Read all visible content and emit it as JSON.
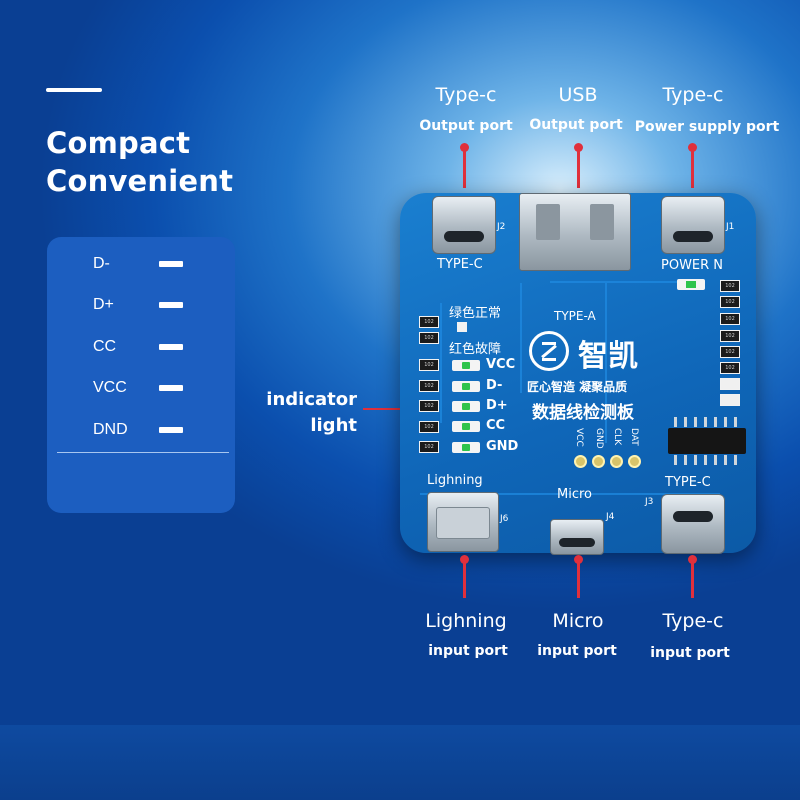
{
  "headline": {
    "line1": "Compact",
    "line2": "Convenient"
  },
  "legend": {
    "items": [
      {
        "label": "D-"
      },
      {
        "label": "D+"
      },
      {
        "label": "CC"
      },
      {
        "label": "VCC"
      },
      {
        "label": "DND"
      }
    ]
  },
  "top_ports": [
    {
      "title": "Type-c",
      "subtitle": "Output port"
    },
    {
      "title": "USB",
      "subtitle": "Output port"
    },
    {
      "title": "Type-c",
      "subtitle": "Power supply port"
    }
  ],
  "bottom_ports": [
    {
      "title": "Lighning",
      "subtitle": "input port"
    },
    {
      "title": "Micro",
      "subtitle": "input port"
    },
    {
      "title": "Type-c",
      "subtitle": "input port"
    }
  ],
  "indicator": {
    "line1": "indicator",
    "line2": "light"
  },
  "board": {
    "j2_label": "TYPE-C",
    "j2_ref": "J2",
    "j1_label": "POWER N",
    "j1_ref": "J1",
    "type_a_label": "TYPE-A",
    "status_green": "绿色正常",
    "status_red": "红色故障",
    "brand": "智凯",
    "slogan": "匠心智造 凝聚品质",
    "product_name": "数据线检测板",
    "led_labels": [
      "VCC",
      "D-",
      "D+",
      "CC",
      "GND"
    ],
    "pad_labels": [
      "VCC",
      "GND",
      "CLK",
      "DAT"
    ],
    "j6_label": "Lighning",
    "j6_ref": "J6",
    "j4_label": "Micro",
    "j4_ref": "J4",
    "j3_label": "TYPE-C",
    "j3_ref": "J3",
    "resistor_code": "102"
  },
  "colors": {
    "accent_pointer": "#e0303c",
    "pcb": "#0f66b8",
    "led_green": "#2fc44b"
  }
}
